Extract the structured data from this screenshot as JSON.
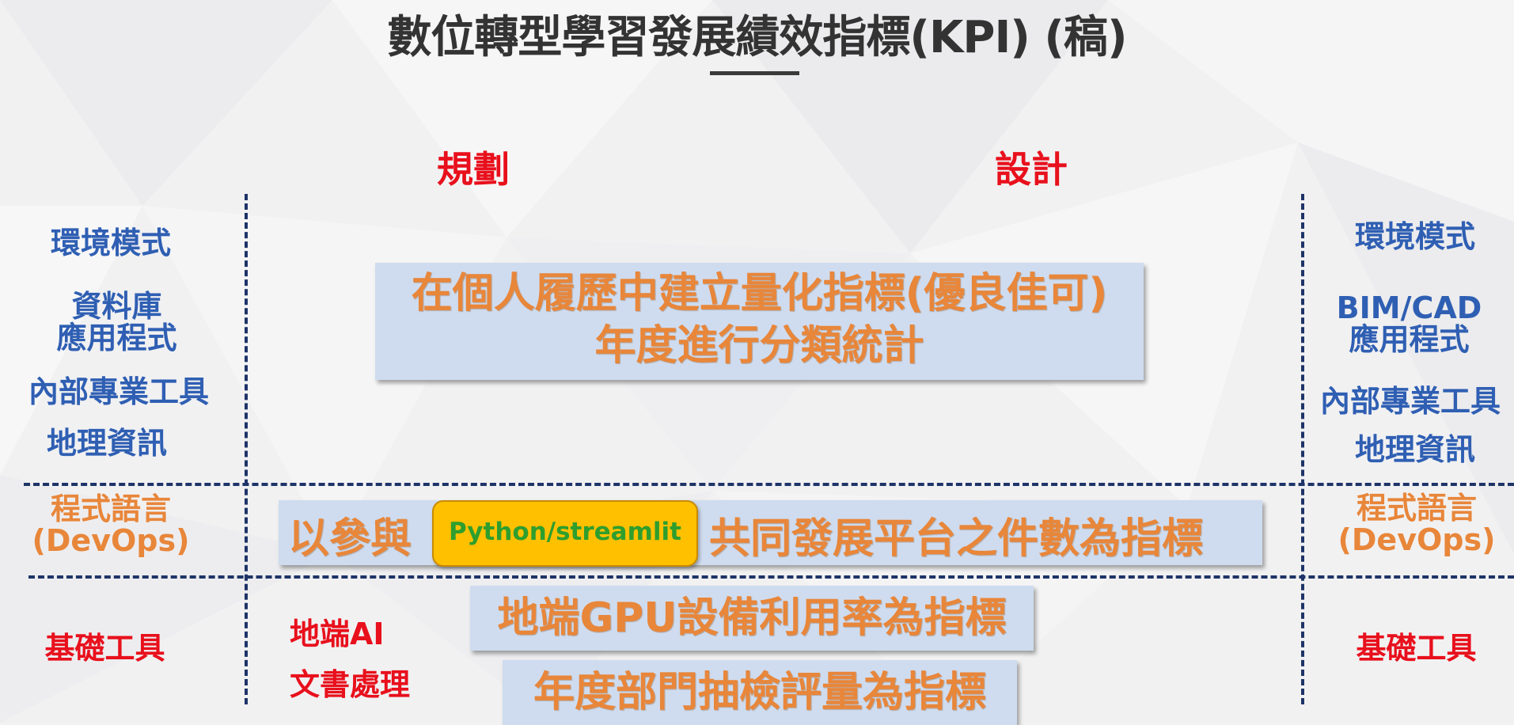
{
  "title": "數位轉型學習發展績效指標(KPI) (稿)",
  "columns": {
    "left": "規劃",
    "right": "設計"
  },
  "left_labels": {
    "env": "環境模式",
    "db": "資料庫",
    "app": "應用程式",
    "tools": "內部專業工具",
    "geo": "地理資訊",
    "prog1": "程式語言",
    "prog2": "(DevOps)",
    "base": "基礎工具"
  },
  "right_labels": {
    "env": "環境模式",
    "bim": "BIM/CAD",
    "app": "應用程式",
    "tools": "內部專業工具",
    "geo": "地理資訊",
    "prog1": "程式語言",
    "prog2": "(DevOps)",
    "base": "基礎工具"
  },
  "boxes": {
    "kpi_line1": "在個人履歷中建立量化指標(優良佳可)",
    "kpi_line2": "年度進行分類統計",
    "participate": "以參與",
    "platform": "Python/streamlit",
    "platform_tail": "共同發展平台之件數為指標",
    "gpu": "地端GPU設備利用率為指標",
    "audit": "年度部門抽檢評量為指標"
  },
  "base_items": {
    "ai": "地端AI",
    "doc": "文書處理"
  },
  "colors": {
    "title": "#333333",
    "heading_red": "#e8101c",
    "label_blue": "#2f5fb3",
    "label_orange": "#e8863a",
    "box_fill": "#cfdcef",
    "pill_fill": "#ffc000",
    "pill_text": "#2e9e2e",
    "divider": "#1e3468"
  }
}
